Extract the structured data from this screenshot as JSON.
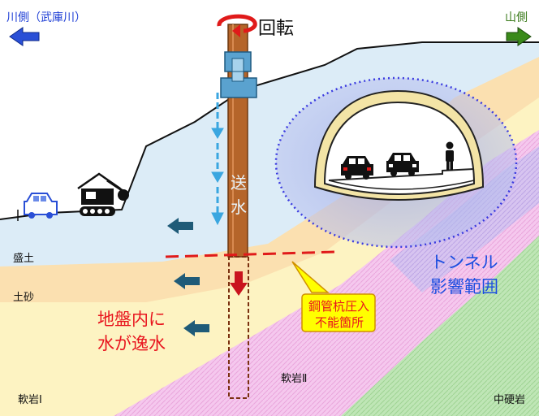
{
  "labels": {
    "river_side": "川側（武庫川）",
    "mountain_side": "山側",
    "rotation": "回転",
    "water_supply": "送水",
    "layer_fill": "盛土",
    "layer_sand": "土砂",
    "layer_soft_rock_1": "軟岩Ⅰ",
    "layer_soft_rock_2": "軟岩Ⅱ",
    "layer_medium_hard_rock": "中硬岩",
    "tunnel_influence_line1": "トンネル",
    "tunnel_influence_line2": "影響範囲",
    "leak_line1": "地盤内に",
    "leak_line2": "水が逸水",
    "callout_line1": "鋼管杭圧入",
    "callout_line2": "不能箇所"
  },
  "icons": {
    "river_arrow": "left-arrow-icon",
    "mountain_arrow": "right-arrow-icon",
    "rotation": "rotation-arrow-icon",
    "car": "car-icon",
    "excavator": "excavator-icon",
    "person": "person-icon"
  },
  "colors": {
    "river_text": "#1f3fd6",
    "mountain_text": "#3a7a1a",
    "leak_text": "#e8141e",
    "tunnel_text": "#1a4de0",
    "callout_fill": "#ffff00",
    "callout_text": "#e8141e",
    "pile": "#b5652a",
    "water_arrow": "#3aa6e0",
    "leak_arrow": "#1f5b78"
  }
}
